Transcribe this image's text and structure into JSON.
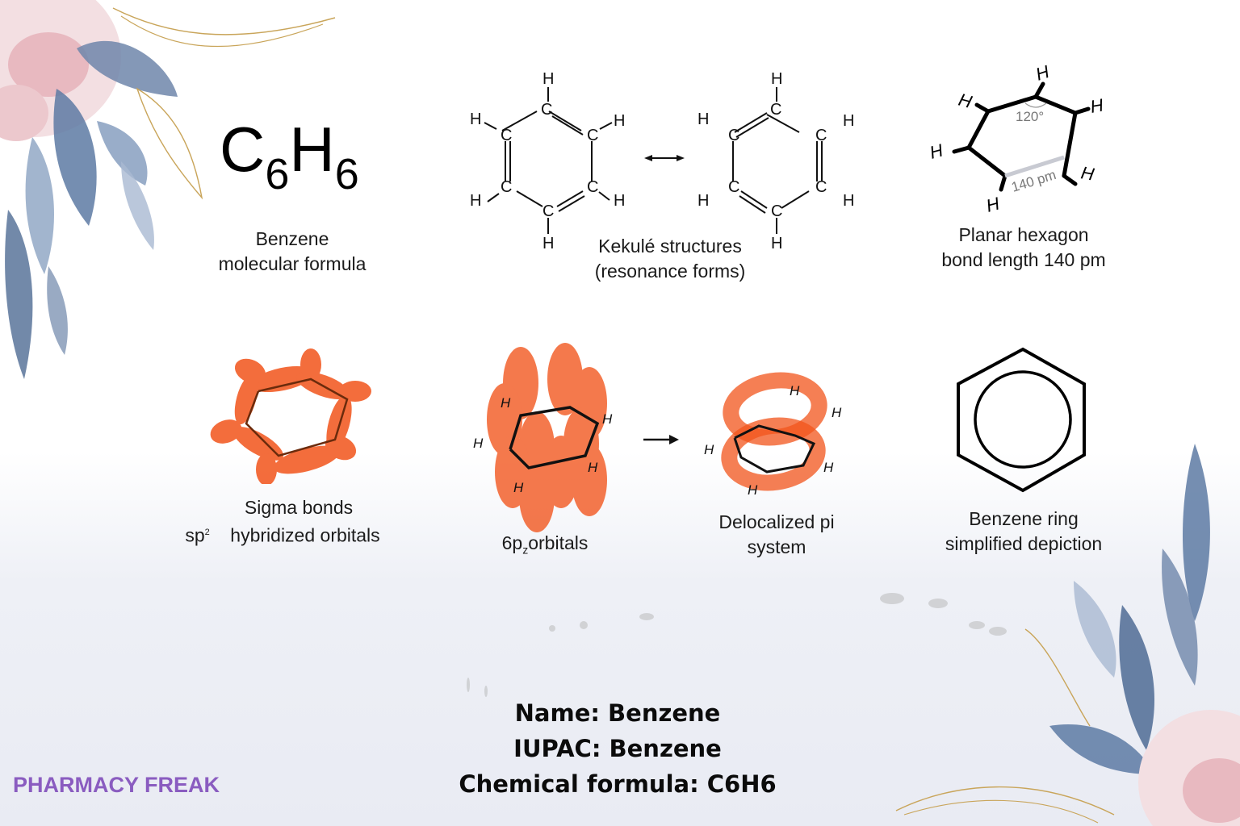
{
  "formula_panel": {
    "formula": {
      "base1": "C",
      "sub1": "6",
      "base2": "H",
      "sub2": "6"
    },
    "caption_line1": "Benzene",
    "caption_line2": "molecular formula"
  },
  "kekule_panel": {
    "atom_carbon": "C",
    "atom_hydrogen": "H",
    "arrow": "resonance double arrow",
    "caption_line1": "Kekulé structures",
    "caption_line2": "(resonance forms)"
  },
  "hexagon_panel": {
    "angle_label": "120°",
    "bond_label": "140 pm",
    "caption_line1": "Planar hexagon",
    "caption_line2": "bond length 140 pm"
  },
  "sigma_panel": {
    "prefix": "sp",
    "prefix_sup": "2",
    "caption_line1": "Sigma bonds",
    "caption_line2": "hybridized orbitals"
  },
  "pz_panel": {
    "caption_prefix": "6p",
    "caption_sub": "z",
    "caption_suffix": "orbitals"
  },
  "pi_panel": {
    "caption_line1": "Delocalized pi",
    "caption_line2": "system"
  },
  "ring_panel": {
    "caption_line1": "Benzene ring",
    "caption_line2": "simplified depiction"
  },
  "info_block": {
    "name": "Name: Benzene",
    "iupac": "IUPAC: Benzene",
    "formula": "Chemical formula: C6H6"
  },
  "brand": {
    "label": "PHARMACY FREAK",
    "color": "#8a5cc0"
  },
  "colors": {
    "orbital": "#f2541b",
    "leaf_blue": "#5d7aa3",
    "petal_pink": "#e8b9c0",
    "gold": "#c9a55a"
  }
}
